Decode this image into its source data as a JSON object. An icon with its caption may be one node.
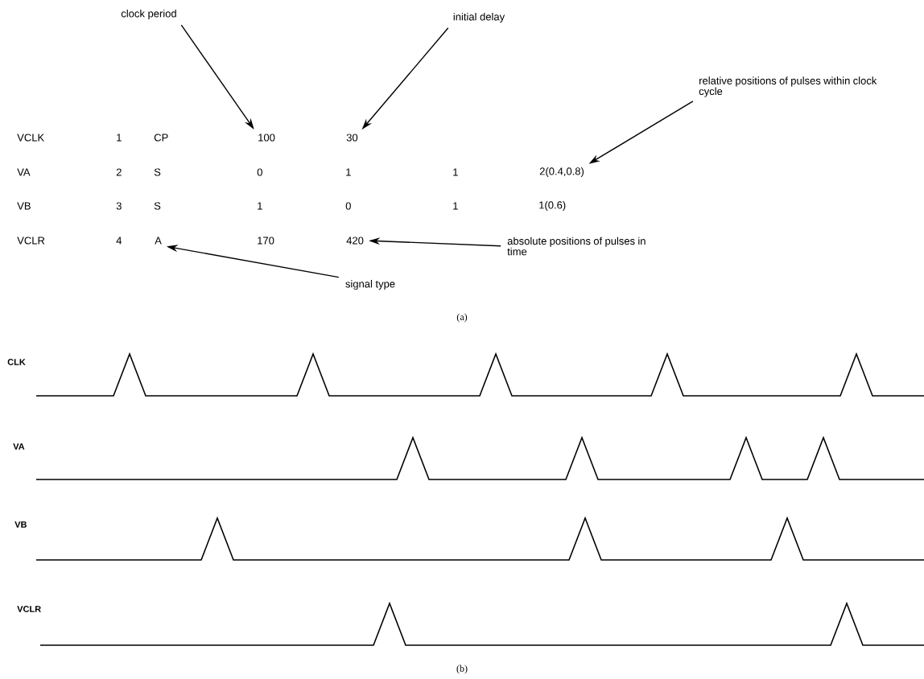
{
  "diagram": {
    "nodes": [
      {
        "text": [
          "clock period"
        ]
      },
      {
        "text": [
          "initial delay"
        ]
      },
      {
        "text": [
          "relative positions of pulses within clock cycle"
        ]
      },
      {
        "text": [
          "100"
        ]
      },
      {
        "text": [
          "30"
        ]
      },
      {
        "text": [
          "2(0.4,0.8)"
        ]
      },
      {
        "text": [
          "A"
        ]
      },
      {
        "text": [
          "420"
        ]
      },
      {
        "text": [
          "absolute positions of pulses in time"
        ]
      },
      {
        "text": [
          "signal type"
        ]
      }
    ],
    "edges": [
      {
        "from": 0,
        "to": 3,
        "arrow": "to"
      },
      {
        "from": 1,
        "to": 4,
        "arrow": "to"
      },
      {
        "from": 2,
        "to": 5,
        "arrow": "to"
      },
      {
        "from": 8,
        "to": 7,
        "arrow": "to"
      },
      {
        "from": 9,
        "to": 6,
        "arrow": "to"
      }
    ],
    "labels": [
      "VCLK",
      "1",
      "CP",
      "VA",
      "2",
      "S",
      "0",
      "1",
      "1",
      "VB",
      "3",
      "S",
      "1",
      "0",
      "1",
      "1(0.6)",
      "VCLR",
      "4",
      "170",
      "(a)",
      "CLK",
      "VA",
      "VB",
      "VCLR",
      "(b)"
    ]
  }
}
